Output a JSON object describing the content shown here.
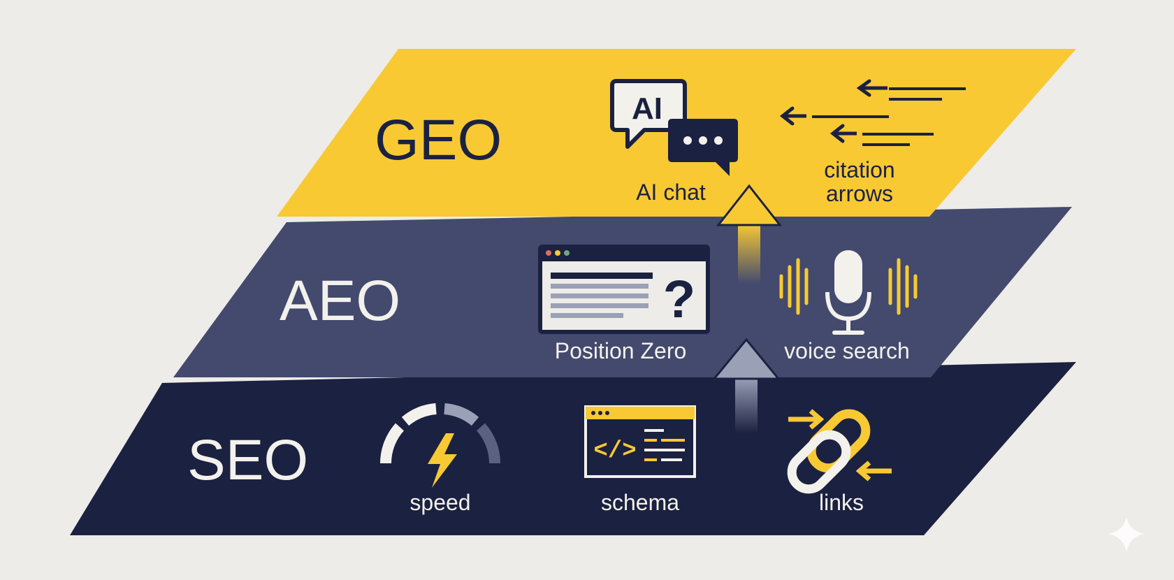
{
  "layers": {
    "geo": {
      "title": "GEO",
      "icons": {
        "ai_chat": {
          "badge": "AI",
          "caption": "AI chat"
        },
        "citation_arrows": {
          "caption_line1": "citation",
          "caption_line2": "arrows"
        }
      }
    },
    "aeo": {
      "title": "AEO",
      "icons": {
        "position_zero": {
          "caption": "Position Zero",
          "glyph": "?"
        },
        "voice_search": {
          "caption": "voice search"
        }
      }
    },
    "seo": {
      "title": "SEO",
      "icons": {
        "speed": {
          "caption": "speed"
        },
        "schema": {
          "caption": "schema",
          "glyph": "</>"
        },
        "links": {
          "caption": "links"
        }
      }
    }
  },
  "colors": {
    "background": "#eeece8",
    "geo_fill": "#f8c933",
    "aeo_fill": "#434a6e",
    "seo_fill": "#1b2140",
    "ink_dark": "#1b2140",
    "ink_light": "#f3f1ec",
    "accent_yellow": "#f8c933"
  },
  "icon_names": [
    "ai-chat-icon",
    "citation-arrows-icon",
    "position-zero-icon",
    "voice-search-icon",
    "speed-gauge-icon",
    "schema-code-icon",
    "chain-link-icon",
    "sparkle-icon"
  ]
}
